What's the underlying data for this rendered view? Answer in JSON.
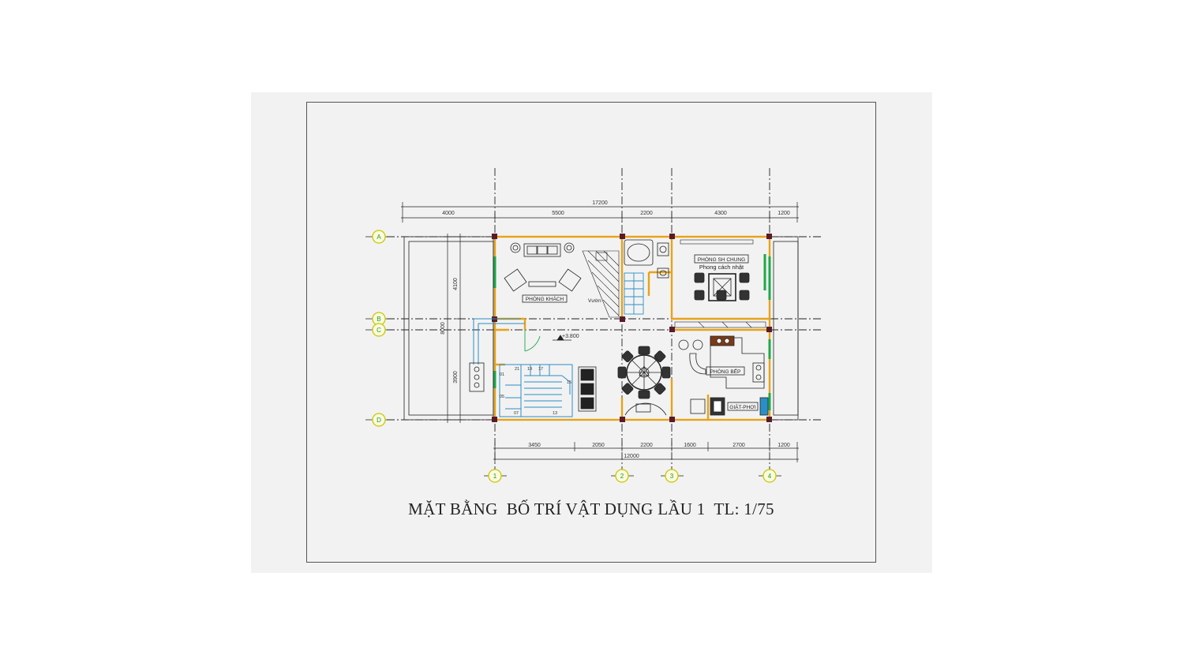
{
  "title": "MẶT BẰNG  BỐ TRÍ VẬT DỤNG LẦU 1  TL: 1/75",
  "dimensions": {
    "top_total": "17200",
    "top_segments": [
      "4000",
      "5500",
      "2200",
      "4300",
      "1200"
    ],
    "bottom_total": "12000",
    "bottom_segments": [
      "3450",
      "2050",
      "2200",
      "1600",
      "2700",
      "1200"
    ],
    "left_total": "8000",
    "left_segments": [
      "4100",
      "3900"
    ]
  },
  "grid_axes": {
    "rows": [
      "A",
      "B",
      "C",
      "D"
    ],
    "columns": [
      "1",
      "2",
      "3",
      "4"
    ]
  },
  "rooms": {
    "living_room": "PHÒNG KHÁCH",
    "garden": "Vườn",
    "family_room": "PHÒNG SH CHUNG",
    "family_room_style": "Phong cách nhật",
    "kitchen": "PHÒNG BẾP",
    "laundry": "GIẶT-PHƠI"
  },
  "level_mark": "+3.800",
  "stair_numbers": [
    "21",
    "19",
    "17",
    "15",
    "13",
    "07",
    "05",
    "01"
  ],
  "colors": {
    "wall": "#e8a317",
    "column": "#5a1a2a",
    "window": "#1fa84a",
    "stair": "#2b8fc7",
    "grid_bubble": "#c8c800",
    "grid_text": "#1a9e1a",
    "line": "#222222"
  }
}
